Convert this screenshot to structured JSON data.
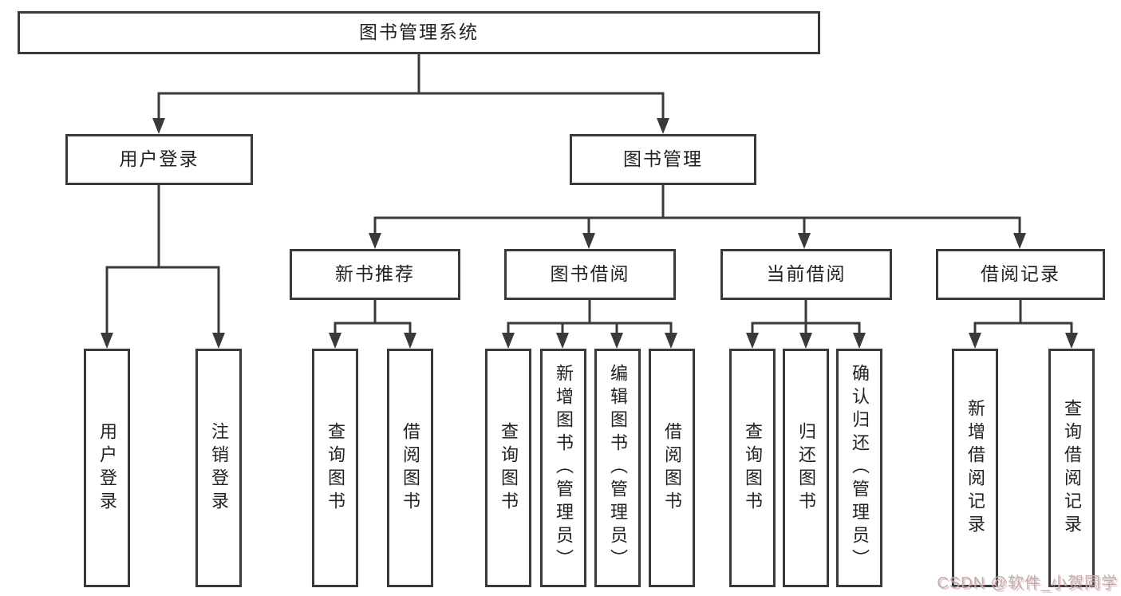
{
  "diagram": {
    "type": "hierarchy",
    "tree": {
      "label": "图书管理系统",
      "children": [
        {
          "label": "用户登录",
          "children": [
            {
              "label": "用户登录"
            },
            {
              "label": "注销登录"
            }
          ]
        },
        {
          "label": "图书管理",
          "children": [
            {
              "label": "新书推荐",
              "children": [
                {
                  "label": "查询图书"
                },
                {
                  "label": "借阅图书"
                }
              ]
            },
            {
              "label": "图书借阅",
              "children": [
                {
                  "label": "查询图书"
                },
                {
                  "label": "新增图书（管理员）"
                },
                {
                  "label": "编辑图书（管理员）"
                },
                {
                  "label": "借阅图书"
                }
              ]
            },
            {
              "label": "当前借阅",
              "children": [
                {
                  "label": "查询图书"
                },
                {
                  "label": "归还图书"
                },
                {
                  "label": "确认归还（管理员）"
                }
              ]
            },
            {
              "label": "借阅记录",
              "children": [
                {
                  "label": "新增借阅记录"
                },
                {
                  "label": "查询借阅记录"
                }
              ]
            }
          ]
        }
      ]
    },
    "colors": {
      "line": "#3a3a3a",
      "box_border": "#3a3a3a",
      "box_fill": "#ffffff",
      "text": "#222222",
      "background": "#ffffff",
      "watermark_gray": "#b3b3b3",
      "watermark_red": "#eb7878"
    }
  },
  "watermark": "CSDN @软件_小贺同学"
}
